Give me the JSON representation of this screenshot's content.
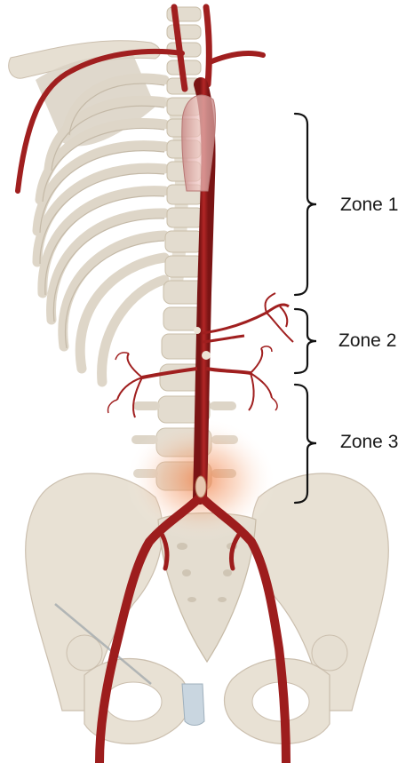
{
  "zones": [
    {
      "label": "Zone 1"
    },
    {
      "label": "Zone 2"
    },
    {
      "label": "Zone 3"
    }
  ],
  "colors": {
    "background": "#ffffff",
    "bone": "#e9e2d6",
    "bone_shadow": "#cfc5b4",
    "artery": "#9d1d1d",
    "artery_dark": "#6e1010",
    "glow": "#f08a55",
    "bracket": "#111111"
  }
}
